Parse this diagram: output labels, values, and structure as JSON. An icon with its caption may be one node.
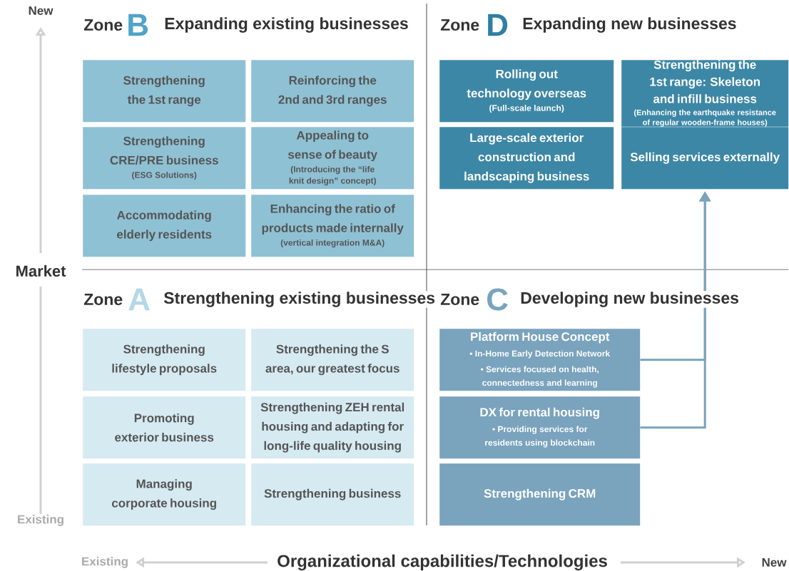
{
  "diagram": {
    "nodes": [
      {
        "text": [
          "Strengthening the 1st range"
        ]
      },
      {
        "text": [
          "Reinforcing the 2nd and 3rd ranges"
        ]
      },
      {
        "text": [
          "Strengthening CRE/PRE business",
          "(ESG Solutions)"
        ]
      },
      {
        "text": [
          "Appealing to sense of beauty",
          "(Introducing the “life knit design” concept)"
        ]
      },
      {
        "text": [
          "Accommodating elderly residents"
        ]
      },
      {
        "text": [
          "Enhancing the ratio of products made internally",
          "(vertical integration M&A)"
        ]
      },
      {
        "text": [
          "Rolling out technology overseas",
          "(Full-scale launch)"
        ]
      },
      {
        "text": [
          "Strengthening the 1st range: Skeleton and infill business",
          "(Enhancing the earthquake resistance of regular wooden-frame houses)"
        ]
      },
      {
        "text": [
          "Large-scale exterior construction and landscaping business"
        ]
      },
      {
        "text": [
          "Selling services externally"
        ]
      },
      {
        "text": [
          "Strengthening lifestyle proposals"
        ]
      },
      {
        "text": [
          "Strengthening the S area, our greatest focus"
        ]
      },
      {
        "text": [
          "Promoting exterior business"
        ]
      },
      {
        "text": [
          "Strengthening ZEH rental housing and adapting for long-life quality housing"
        ]
      },
      {
        "text": [
          "Managing corporate housing"
        ]
      },
      {
        "text": [
          "Strengthening business"
        ]
      },
      {
        "text": [
          "Platform House Concept",
          "• In-Home Early Detection Network",
          "• Services focused on health, connectedness and learning"
        ]
      },
      {
        "text": [
          "DX for rental housing",
          "• Providing services for residents using blockchain"
        ]
      },
      {
        "text": [
          "Strengthening CRM"
        ]
      }
    ],
    "edges": [
      {
        "from": 16,
        "to": 9,
        "arrow": "to"
      },
      {
        "from": 17,
        "to": 9,
        "arrow": "to"
      }
    ],
    "labels": [
      "New",
      "Zone",
      "B",
      "Expanding existing businesses",
      "Zone",
      "D",
      "Expanding new businesses",
      "Market",
      "Zone",
      "A",
      "Strengthening existing businesses",
      "Zone",
      "C",
      "Developing new businesses",
      "Existing",
      "Existing",
      "Organizational capabilities/Technologies",
      "New"
    ]
  }
}
